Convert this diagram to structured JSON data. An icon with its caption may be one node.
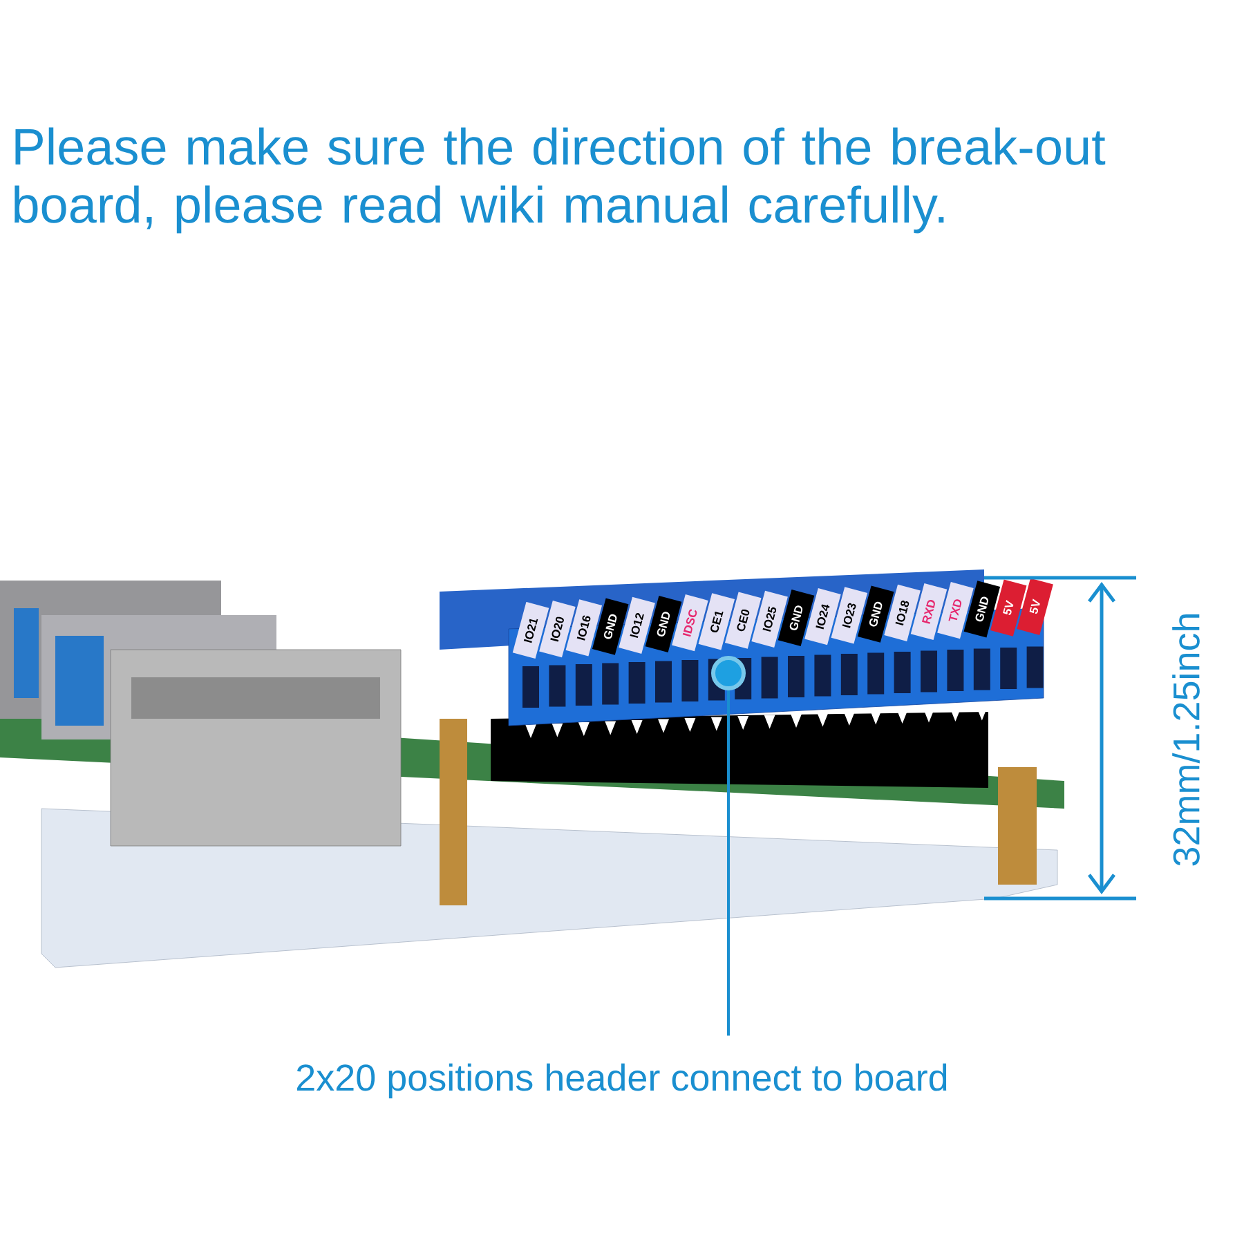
{
  "diagram": {
    "title": "Please make sure the direction of the break-out board, please read wiki manual carefully.",
    "nodes": [
      {
        "text": [
          "2x20 positions header connect to board"
        ]
      },
      {
        "text": [],
        "shape": "circle"
      }
    ],
    "edges": [
      {
        "from": 0,
        "to": 1,
        "arrow": "none"
      }
    ],
    "labels": [
      "IO21",
      "IO20",
      "IO16",
      "GND",
      "IO12",
      "GND",
      "IDSC",
      "CE1",
      "CE0",
      "IO25",
      "GND",
      "IO24",
      "IO23",
      "GND",
      "IO18",
      "RXD",
      "TXD",
      "GND",
      "5V",
      "5V",
      "32mm/1.25inch"
    ]
  }
}
